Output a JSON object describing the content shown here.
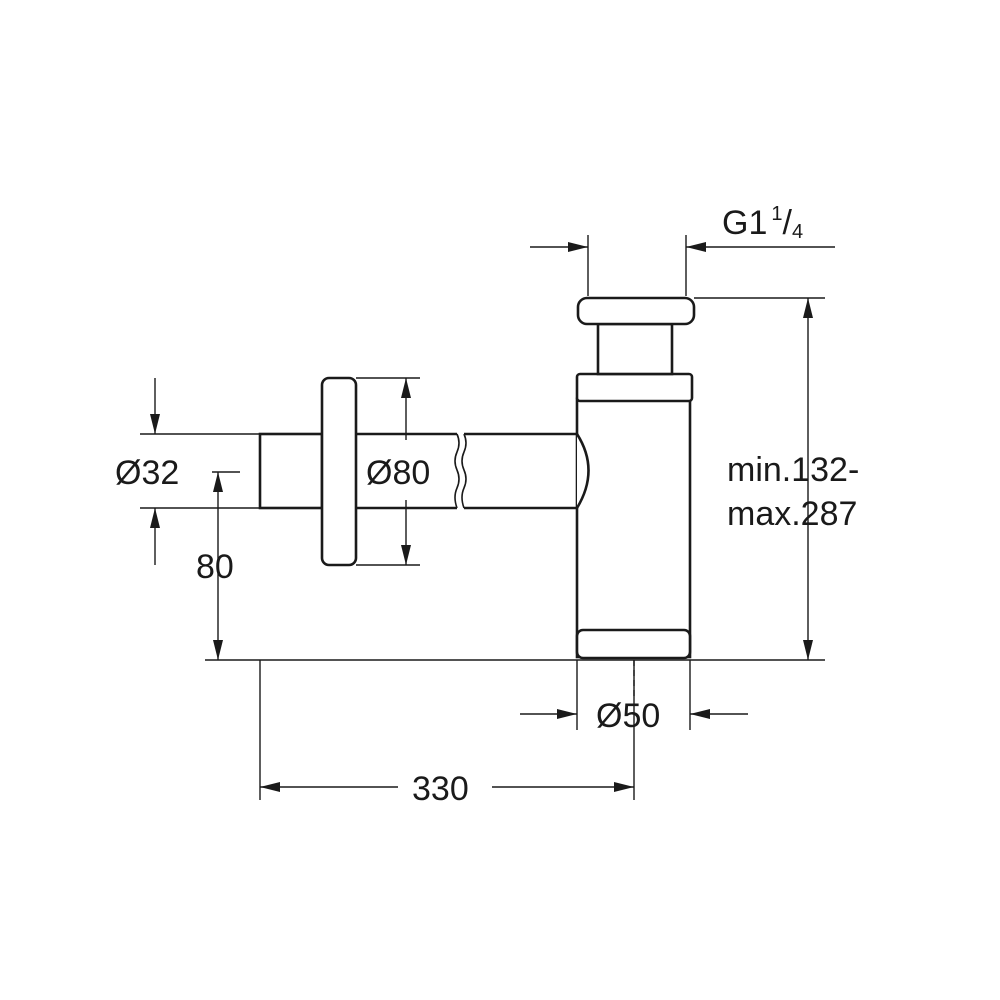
{
  "labels": {
    "thread_main": "G1",
    "thread_num": "1",
    "thread_sep": "/",
    "thread_den": "4",
    "dia_inlet": "Ø32",
    "dia_rosette": "Ø80",
    "height_min": "min.132-",
    "height_max": "max.287",
    "offset_height": "80",
    "dia_body": "Ø50",
    "length": "330"
  }
}
